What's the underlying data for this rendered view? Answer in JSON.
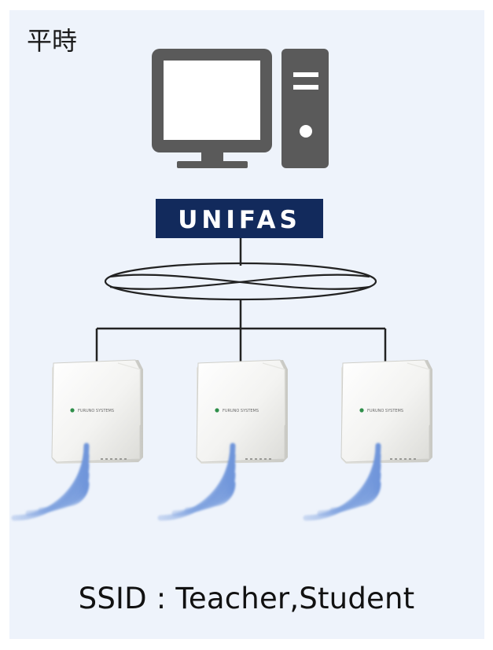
{
  "mode_label": "平時",
  "controller": {
    "label": "UNIFAS",
    "label_bg": "#122a5c",
    "label_fg": "#ffffff"
  },
  "computer": {
    "icon": "desktop-computer-icon",
    "color": "#5a5a5a"
  },
  "access_points": [
    {
      "icon": "wireless-access-point-icon",
      "brand": "FURUNO SYSTEMS"
    },
    {
      "icon": "wireless-access-point-icon",
      "brand": "FURUNO SYSTEMS"
    },
    {
      "icon": "wireless-access-point-icon",
      "brand": "FURUNO SYSTEMS"
    }
  ],
  "wireless_signal": {
    "icon": "wifi-signal-icon",
    "color": "#8fb0e6"
  },
  "ssid_caption": "SSID : Teacher,Student",
  "colors": {
    "background": "#eef3fb",
    "link": "#222222",
    "ap_led": "#2f8f4a"
  }
}
